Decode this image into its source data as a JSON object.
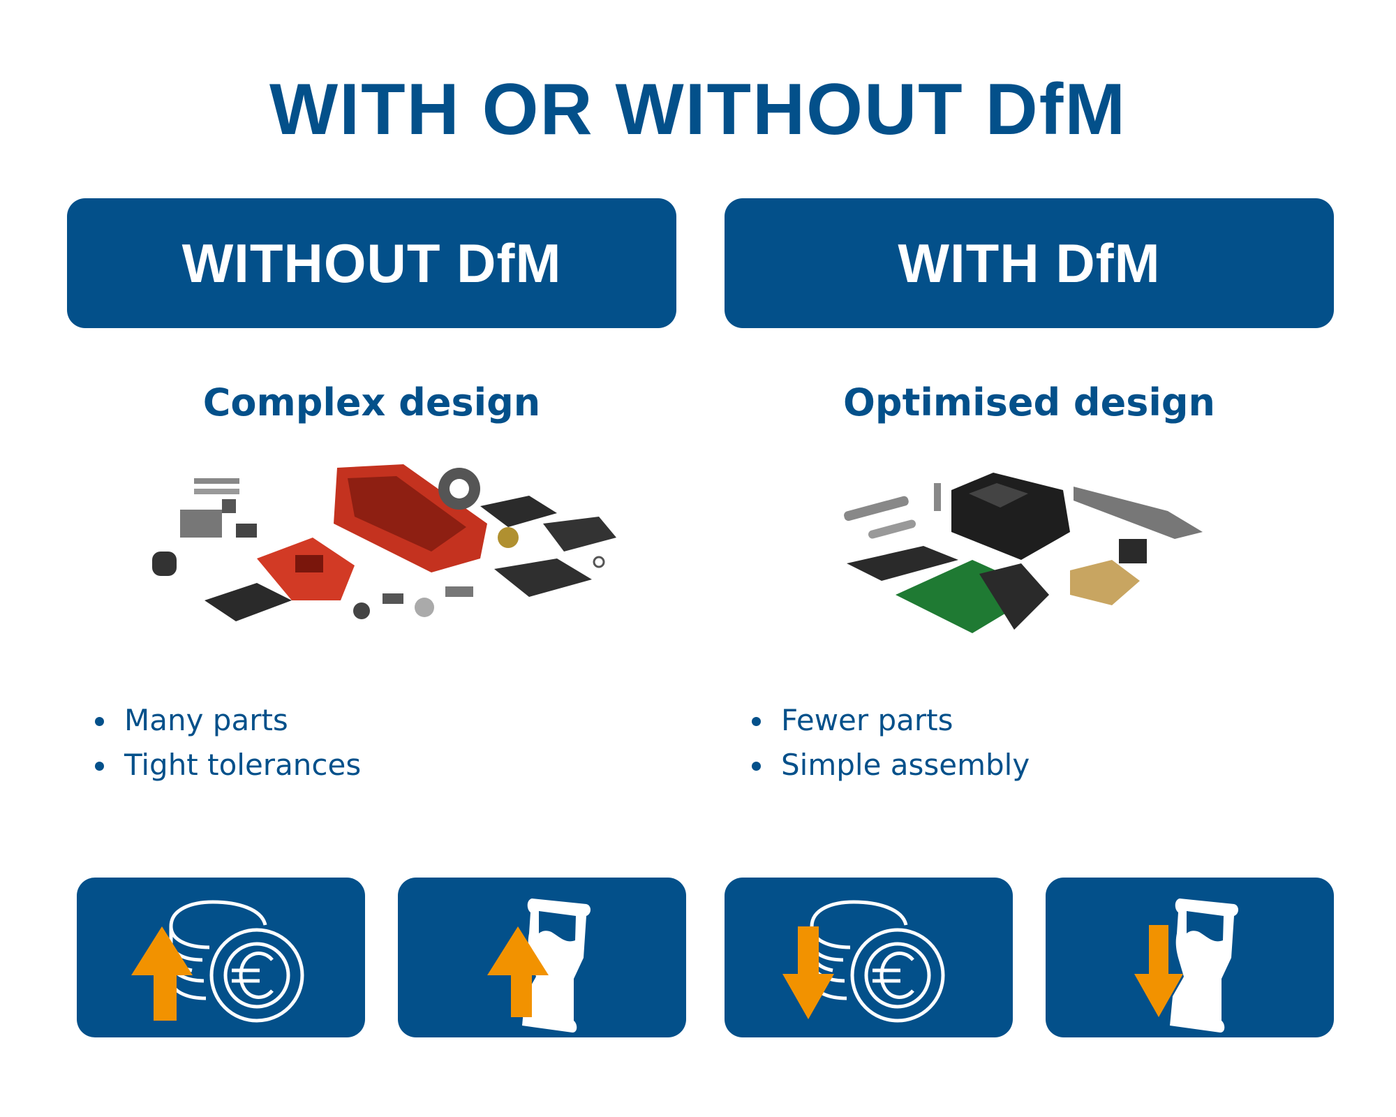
{
  "title": "WITH OR WITHOUT DfM",
  "colors": {
    "brand": "#03508a",
    "accent": "#f29200"
  },
  "columns": [
    {
      "header": "WITHOUT DfM",
      "subtitle": "Complex design",
      "image": "exploded-complex-assembly",
      "bullets": [
        "Many parts",
        "Tight tolerances"
      ],
      "icons": [
        {
          "name": "cost-up",
          "arrow": "up"
        },
        {
          "name": "time-up",
          "arrow": "up"
        }
      ]
    },
    {
      "header": "WITH DfM",
      "subtitle": "Optimised design",
      "image": "exploded-simple-assembly",
      "bullets": [
        "Fewer parts",
        "Simple assembly"
      ],
      "icons": [
        {
          "name": "cost-down",
          "arrow": "down"
        },
        {
          "name": "time-down",
          "arrow": "down"
        }
      ]
    }
  ]
}
